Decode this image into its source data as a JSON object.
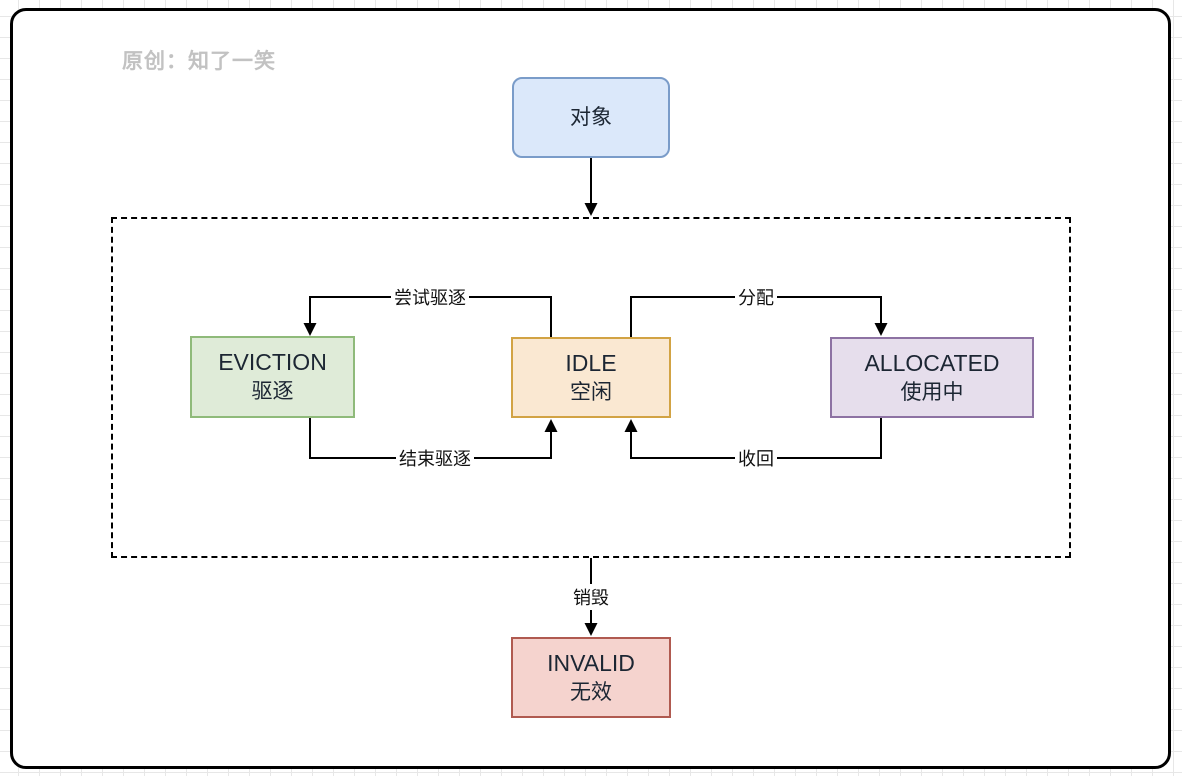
{
  "watermark": "原创：知了一笑",
  "diagram": {
    "title_hint": "object-pool-state-machine",
    "nodes": {
      "object": {
        "label": "对象"
      },
      "eviction": {
        "title": "EVICTION",
        "subtitle": "驱逐"
      },
      "idle": {
        "title": "IDLE",
        "subtitle": "空闲"
      },
      "allocated": {
        "title": "ALLOCATED",
        "subtitle": "使用中"
      },
      "invalid": {
        "title": "INVALID",
        "subtitle": "无效"
      }
    },
    "edges": {
      "try_evict": "尝试驱逐",
      "allocate": "分配",
      "end_evict": "结束驱逐",
      "reclaim": "收回",
      "destroy": "销毁"
    }
  },
  "colors": {
    "object": {
      "fill": "#DBE8FA",
      "stroke": "#7A9CC9"
    },
    "eviction": {
      "fill": "#DFEBD8",
      "stroke": "#8FBA7A"
    },
    "idle": {
      "fill": "#FAE8D2",
      "stroke": "#D2A344"
    },
    "allocated": {
      "fill": "#E6DEEC",
      "stroke": "#8D72A3"
    },
    "invalid": {
      "fill": "#F5D3CE",
      "stroke": "#B05A50"
    },
    "connector": "#000000",
    "pool_border": "#000000",
    "watermark": "#C2C2C2"
  }
}
